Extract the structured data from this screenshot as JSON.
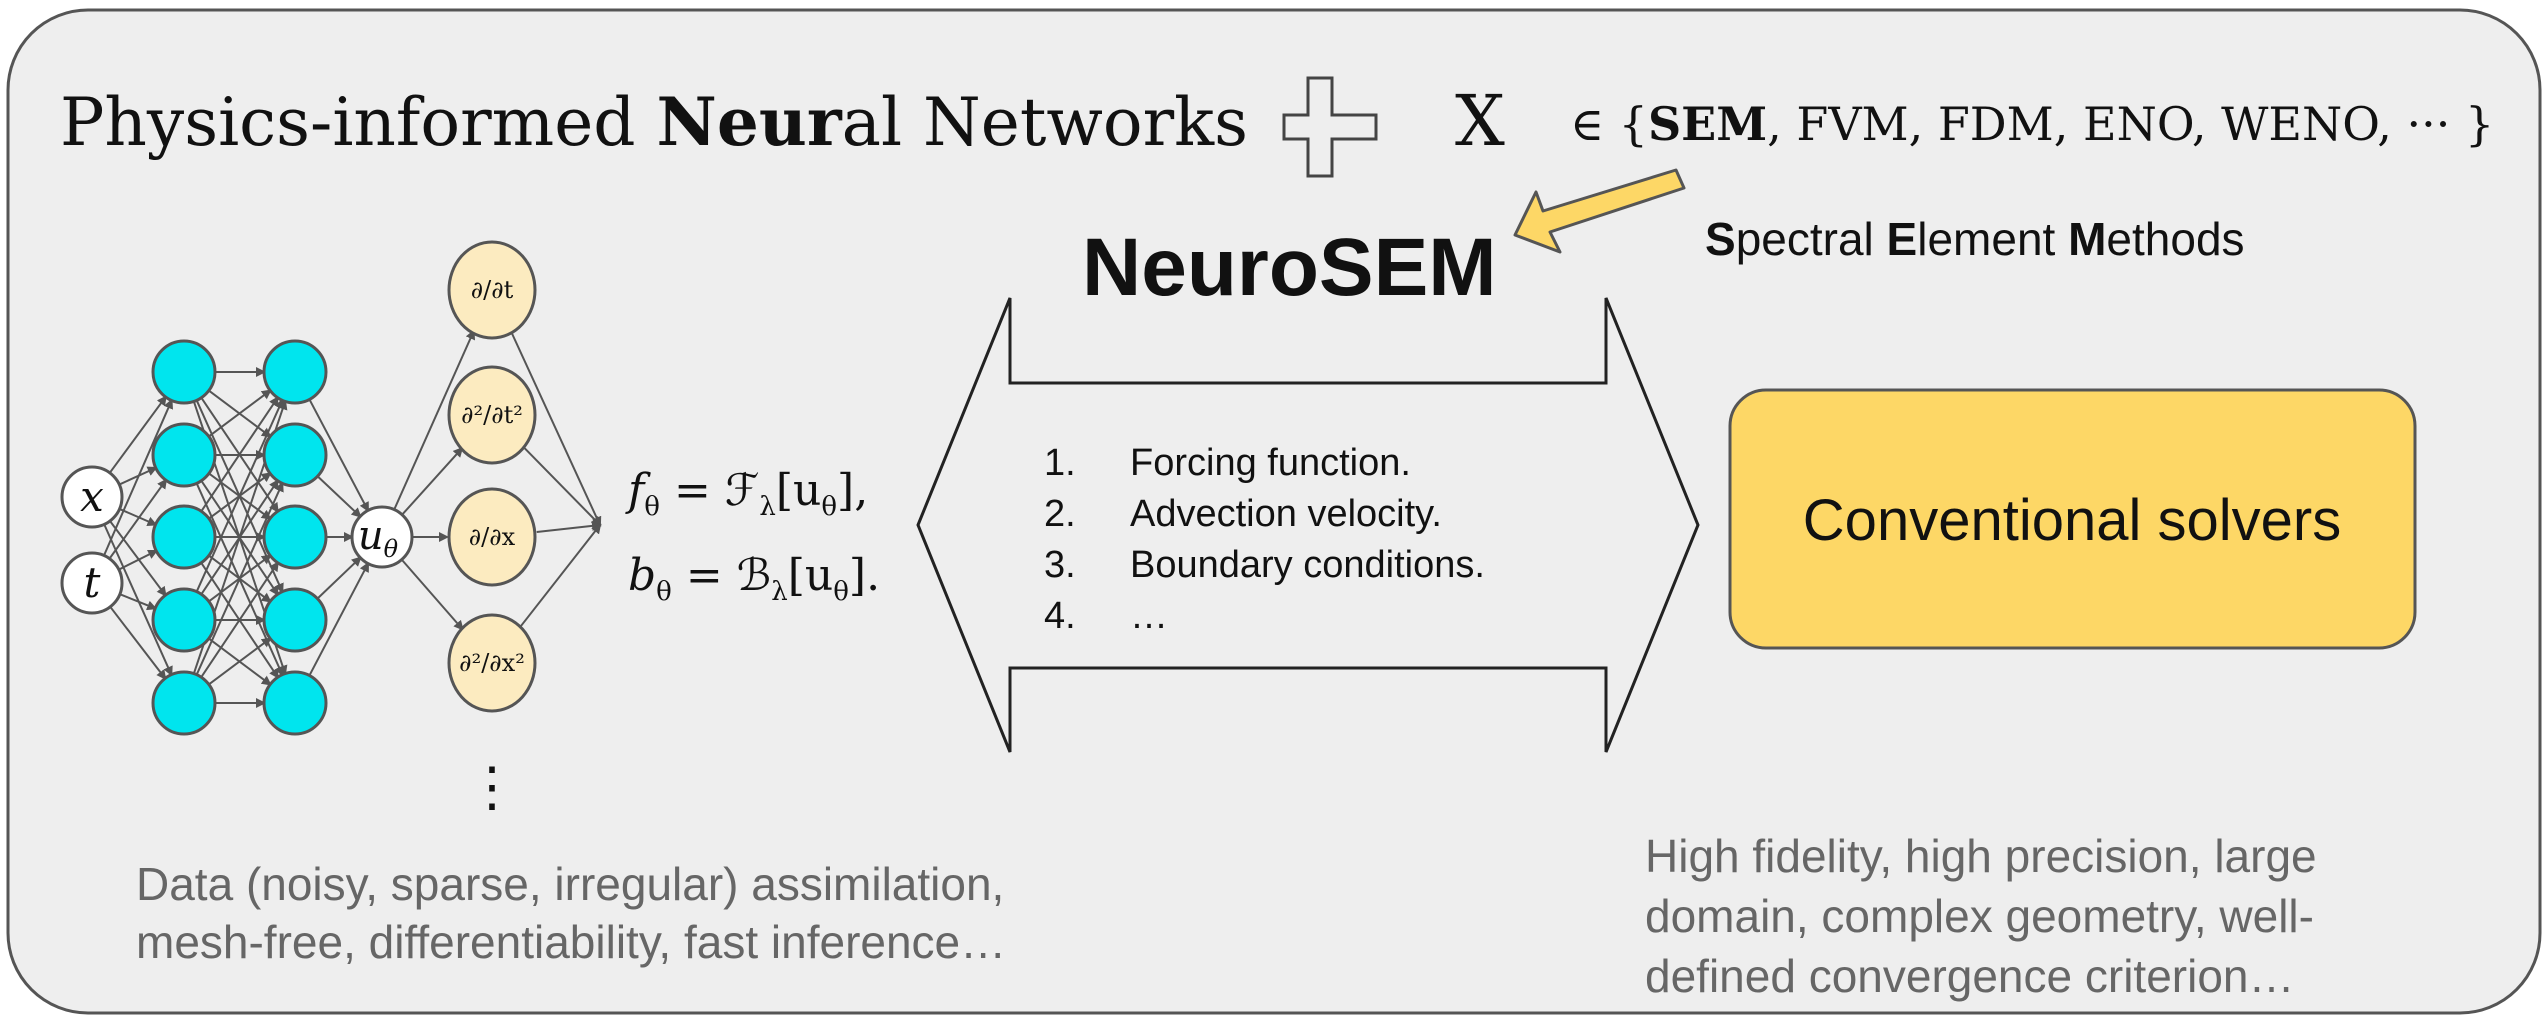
{
  "title": {
    "part1": "Physics-informed ",
    "neur_bold": "Neur",
    "al_text": "al Networks",
    "x_symbol": "X",
    "set_prefix": "∈ {",
    "sem": "SEM",
    "rest": ", FVM, FDM, ENO, WENO, ··· }"
  },
  "sem_expansion": {
    "s": "S",
    "pectral": "pectral ",
    "e": "E",
    "lement": "lement ",
    "m": "M",
    "ethods": "ethods"
  },
  "neurosem_label": "NeuroSEM",
  "network": {
    "input_x": "x",
    "input_t": "t",
    "output_u": "u",
    "output_sub": "θ",
    "deriv_1": "∂/∂t",
    "deriv_2": "∂²/∂t²",
    "deriv_3": "∂/∂x",
    "deriv_4": "∂²/∂x²",
    "ellipsis": "⋮"
  },
  "equations": {
    "f_line": "f",
    "f_rhs": " = ℱ",
    "b_line": "b",
    "b_rhs": " = ℬ",
    "sub_theta": "θ",
    "sub_lambda": "λ",
    "bracket_f": "[u",
    "bracket_close_f": "],",
    "bracket_close_b": "]."
  },
  "exchange_list": [
    {
      "num": "1.",
      "text": "Forcing function."
    },
    {
      "num": "2.",
      "text": "Advection velocity."
    },
    {
      "num": "3.",
      "text": "Boundary conditions."
    },
    {
      "num": "4.",
      "text": "…"
    }
  ],
  "solver_box": {
    "label": "Conventional solvers"
  },
  "pinn_benefits": [
    "Data (noisy, sparse, irregular) assimilation,",
    "mesh-free, differentiability, fast inference…"
  ],
  "solver_benefits": [
    "High fidelity, high precision, large",
    "domain, complex geometry, well-",
    "defined convergence criterion…"
  ],
  "colors": {
    "panel_bg": "#eeeeee",
    "panel_border": "#555555",
    "neuron_fill": "#00e5ee",
    "deriv_fill": "#fcebc0",
    "solver_fill": "#fdd766",
    "arrow_fill": "#fdd766",
    "edge": "#555555",
    "benefit_text": "#666666"
  }
}
